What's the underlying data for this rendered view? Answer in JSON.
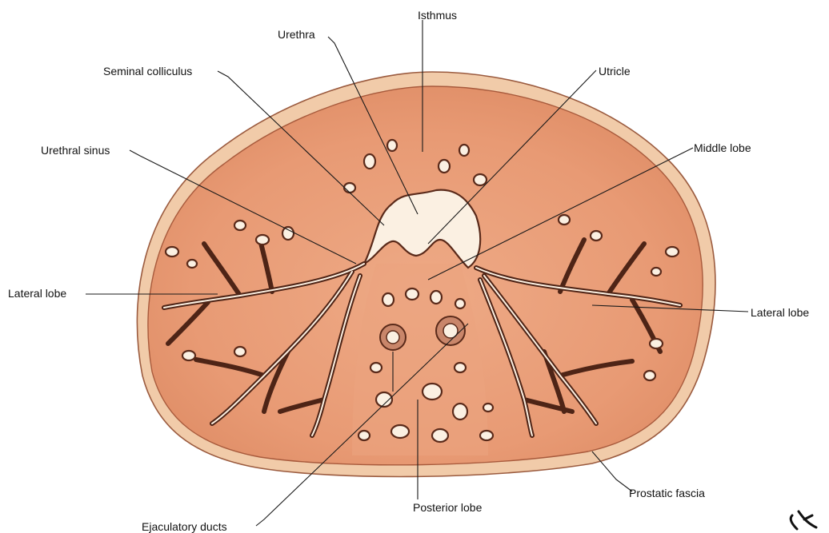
{
  "diagram": {
    "colors": {
      "capsule": "#f0c7a2",
      "tissue": "#e89a74",
      "tissue_light": "#eeaa86",
      "lumen": "#fbf0e2",
      "outline": "#5a2a1a"
    },
    "labels": {
      "isthmus": "Isthmus",
      "urethra": "Urethra",
      "seminal_colliculus": "Seminal colliculus",
      "utricle": "Utricle",
      "urethral_sinus": "Urethral sinus",
      "middle_lobe": "Middle lobe",
      "lateral_lobe_left": "Lateral lobe",
      "lateral_lobe_right": "Lateral lobe",
      "ejaculatory_ducts": "Ejaculatory ducts",
      "posterior_lobe": "Posterior lobe",
      "prostatic_fascia": "Prostatic fascia"
    }
  }
}
